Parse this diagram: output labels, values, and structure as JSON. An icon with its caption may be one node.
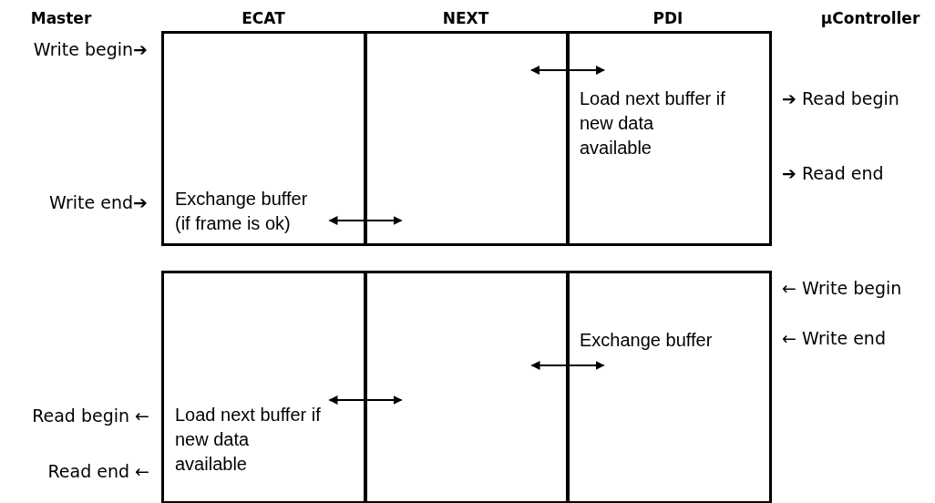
{
  "diagram": {
    "nodes": [
      {
        "text": [
          "Exchange buffer (if frame is ok)"
        ]
      },
      {
        "text": [],
        "shape": "box"
      },
      {
        "text": [
          "Load next buffer if new data available"
        ]
      },
      {
        "text": [
          "Load next buffer if new data available"
        ]
      },
      {
        "text": [],
        "shape": "box"
      },
      {
        "text": [
          "Exchange buffer"
        ]
      }
    ],
    "edges": [
      {
        "from": 1,
        "to": 2,
        "arrow": "both"
      },
      {
        "from": 0,
        "to": 1,
        "arrow": "both"
      },
      {
        "from": 4,
        "to": 5,
        "arrow": "both"
      },
      {
        "from": 3,
        "to": 4,
        "arrow": "both"
      }
    ],
    "labels": [
      "Master",
      "ECAT",
      "NEXT",
      "PDI",
      "µController",
      "Write begin➔",
      "➔ Read begin",
      "➔ Read end",
      "Write end➔",
      "← Write begin",
      "← Write end",
      "Read begin ←",
      "Read end ←"
    ]
  }
}
